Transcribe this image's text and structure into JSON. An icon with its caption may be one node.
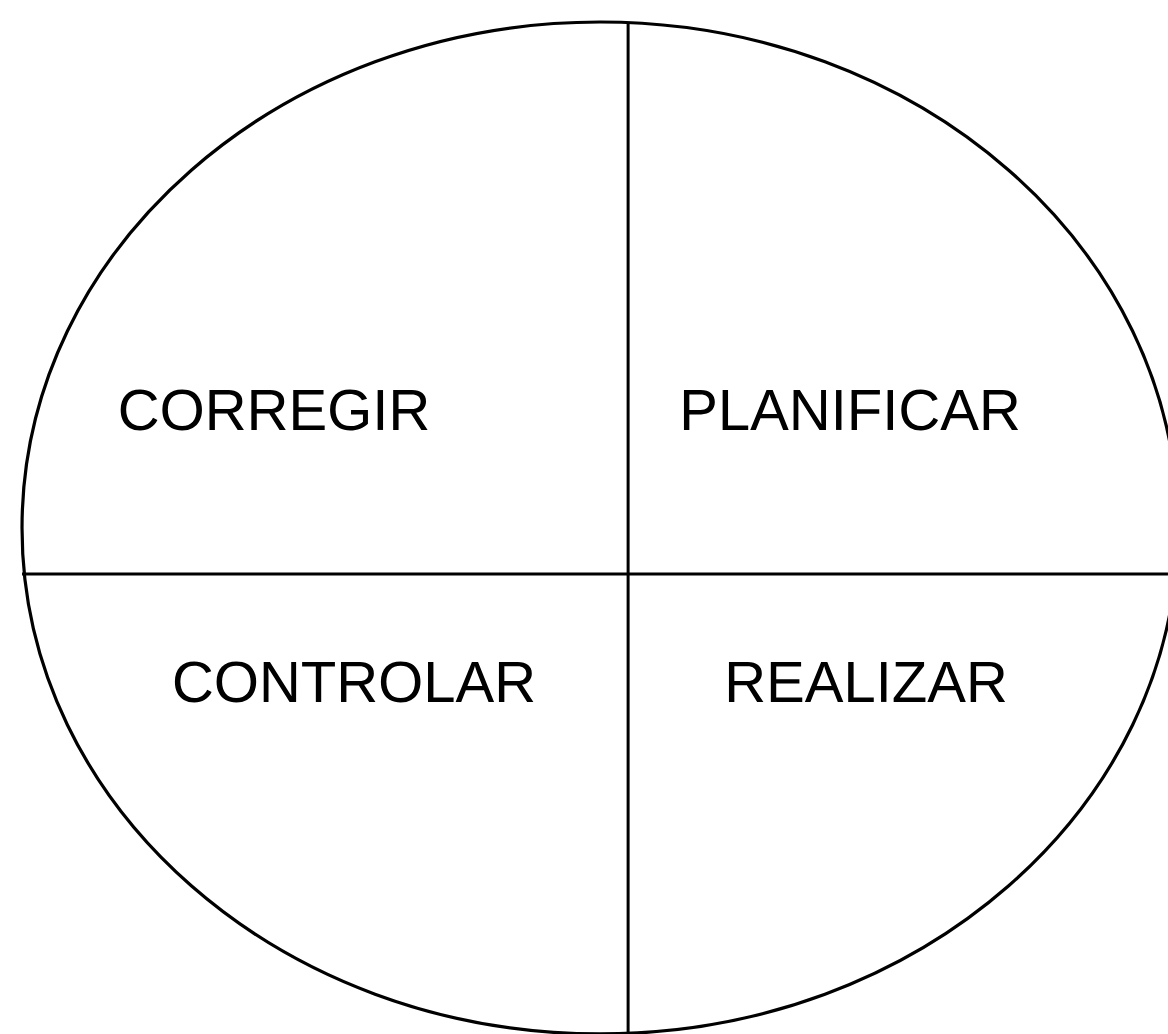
{
  "diagram": {
    "nodes": [
      {
        "text": [
          "CORREGIR"
        ]
      },
      {
        "text": [
          "PLANIFICAR"
        ]
      },
      {
        "text": [
          "CONTROLAR"
        ]
      },
      {
        "text": [
          "REALIZAR"
        ]
      }
    ]
  }
}
